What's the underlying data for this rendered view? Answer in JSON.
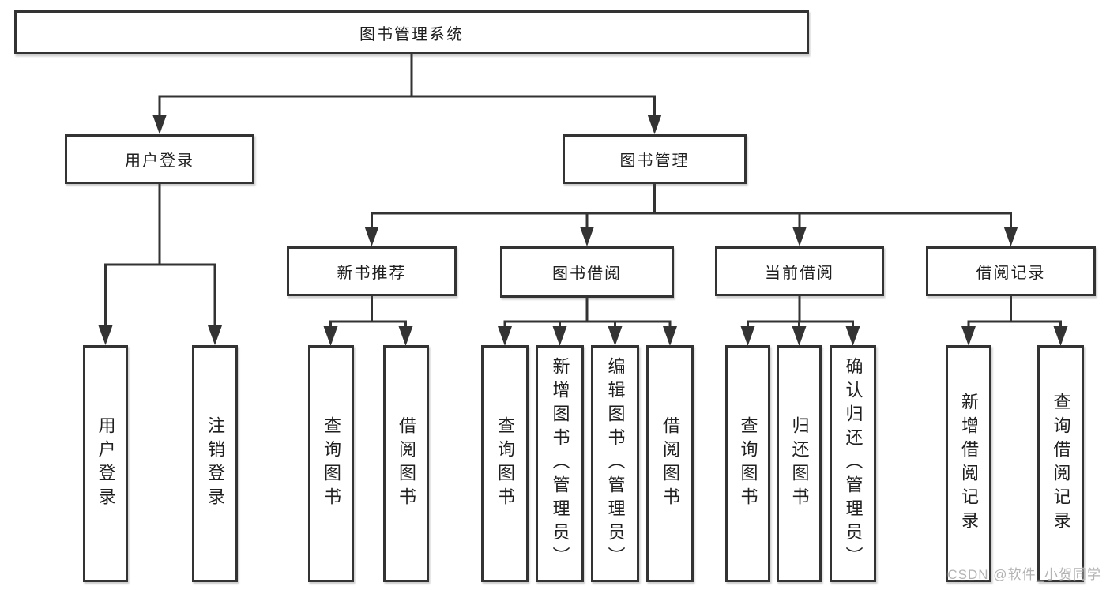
{
  "diagram": {
    "title": "图书管理系统",
    "level2": {
      "user_login": "用户登录",
      "book_mgmt": "图书管理"
    },
    "level3": {
      "new_book": "新书推荐",
      "book_borrow": "图书借阅",
      "current_borrow": "当前借阅",
      "borrow_records": "借阅记录"
    },
    "leaves": {
      "user_login": "用户登录",
      "logout": "注销登录",
      "nb_query": "查询图书",
      "nb_borrow": "借阅图书",
      "bb_query": "查询图书",
      "bb_add": "新增图书（管理员）",
      "bb_edit": "编辑图书（管理员）",
      "bb_borrow": "借阅图书",
      "cb_query": "查询图书",
      "cb_return": "归还图书",
      "cb_confirm": "确认归还（管理员）",
      "br_add": "新增借阅记录",
      "br_query": "查询借阅记录"
    }
  },
  "watermark": {
    "text": "CSDN @软件_小贺同学",
    "color": "#b3b3b3"
  },
  "colors": {
    "line": "#333333",
    "text": "#1f1f1f",
    "background": "#ffffff"
  }
}
